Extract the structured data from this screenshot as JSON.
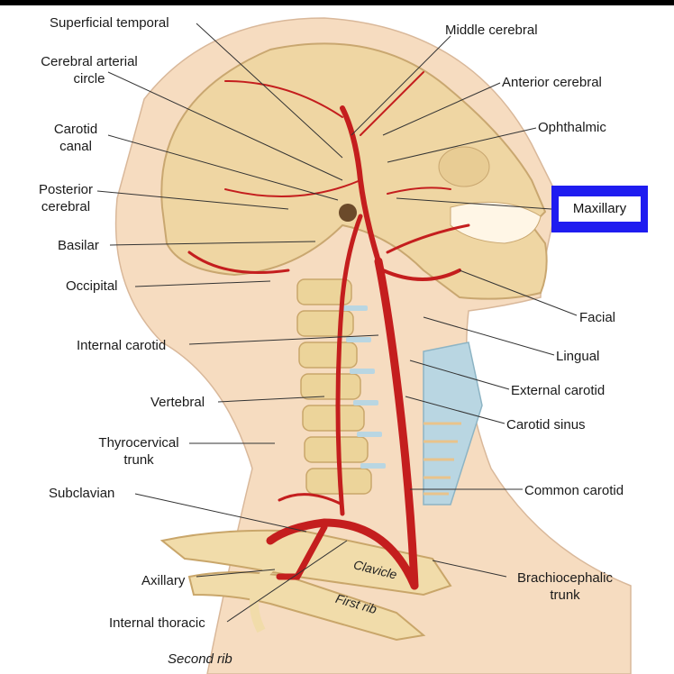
{
  "labels": {
    "superficial_temporal": "Superficial temporal",
    "cerebral_arterial_circle_1": "Cerebral arterial",
    "cerebral_arterial_circle_2": "circle",
    "carotid_canal_1": "Carotid",
    "carotid_canal_2": "canal",
    "posterior_cerebral_1": "Posterior",
    "posterior_cerebral_2": "cerebral",
    "basilar": "Basilar",
    "occipital": "Occipital",
    "internal_carotid": "Internal carotid",
    "vertebral": "Vertebral",
    "thyrocervical_1": "Thyrocervical",
    "thyrocervical_2": "trunk",
    "subclavian": "Subclavian",
    "axillary": "Axillary",
    "internal_thoracic": "Internal thoracic",
    "second_rib": "Second rib",
    "middle_cerebral": "Middle cerebral",
    "anterior_cerebral": "Anterior cerebral",
    "ophthalmic": "Ophthalmic",
    "maxillary": "Maxillary",
    "facial": "Facial",
    "lingual": "Lingual",
    "external_carotid": "External carotid",
    "carotid_sinus": "Carotid sinus",
    "common_carotid": "Common carotid",
    "brachiocephalic_1": "Brachiocephalic",
    "brachiocephalic_2": "trunk",
    "clavicle": "Clavicle",
    "first_rib": "First rib"
  },
  "colors": {
    "highlight": "#1f1cf0",
    "artery": "#c41e1e",
    "skin": "#f6dcc0",
    "bone": "#f1dcaa",
    "cartilage": "#b9d6e2"
  }
}
